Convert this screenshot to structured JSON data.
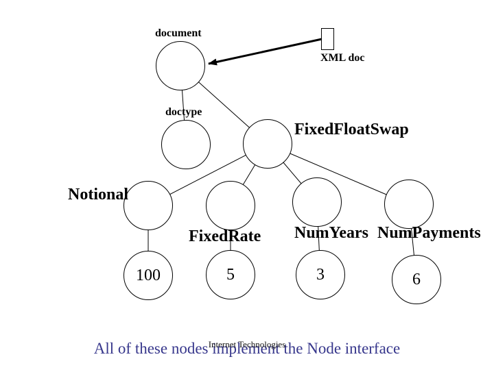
{
  "slide": {
    "headline": "All of these nodes implement the Node interface",
    "footer": "Internet Technologies"
  },
  "tree": {
    "document_label": "document",
    "xml_doc_label": "XML doc",
    "doctype_label": "doctype",
    "root_element_label": "FixedFloatSwap",
    "children": [
      {
        "label": "Notional",
        "value": "100"
      },
      {
        "label": "FixedRate",
        "value": "5"
      },
      {
        "label": "NumYears",
        "value": "3"
      },
      {
        "label": "NumPayments",
        "value": "6"
      }
    ]
  },
  "colors": {
    "background": "#ffffff",
    "line": "#000000",
    "text": "#000000",
    "headline": "#37378c"
  }
}
